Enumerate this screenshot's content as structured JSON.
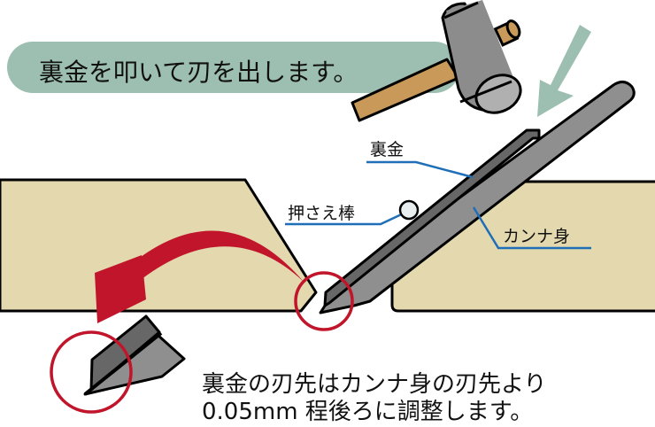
{
  "banner": {
    "text": "裏金を叩いて刃を出します。"
  },
  "labels": {
    "uragane": "裏金",
    "osae_bou": "押さえ棒",
    "kanna_mi": "カンナ身"
  },
  "note": {
    "line1": "裏金の刃先はカンナ身の刃先より",
    "line2": "0.05mm 程後ろに調整します。"
  },
  "colors": {
    "banner": "#9dbfb1",
    "wood": "#e4d8ae",
    "red": "#c0152a",
    "blade": "#8f8f8f",
    "uragane": "#676767",
    "leader": "#1f6fb8",
    "handle": "#c9995a"
  }
}
